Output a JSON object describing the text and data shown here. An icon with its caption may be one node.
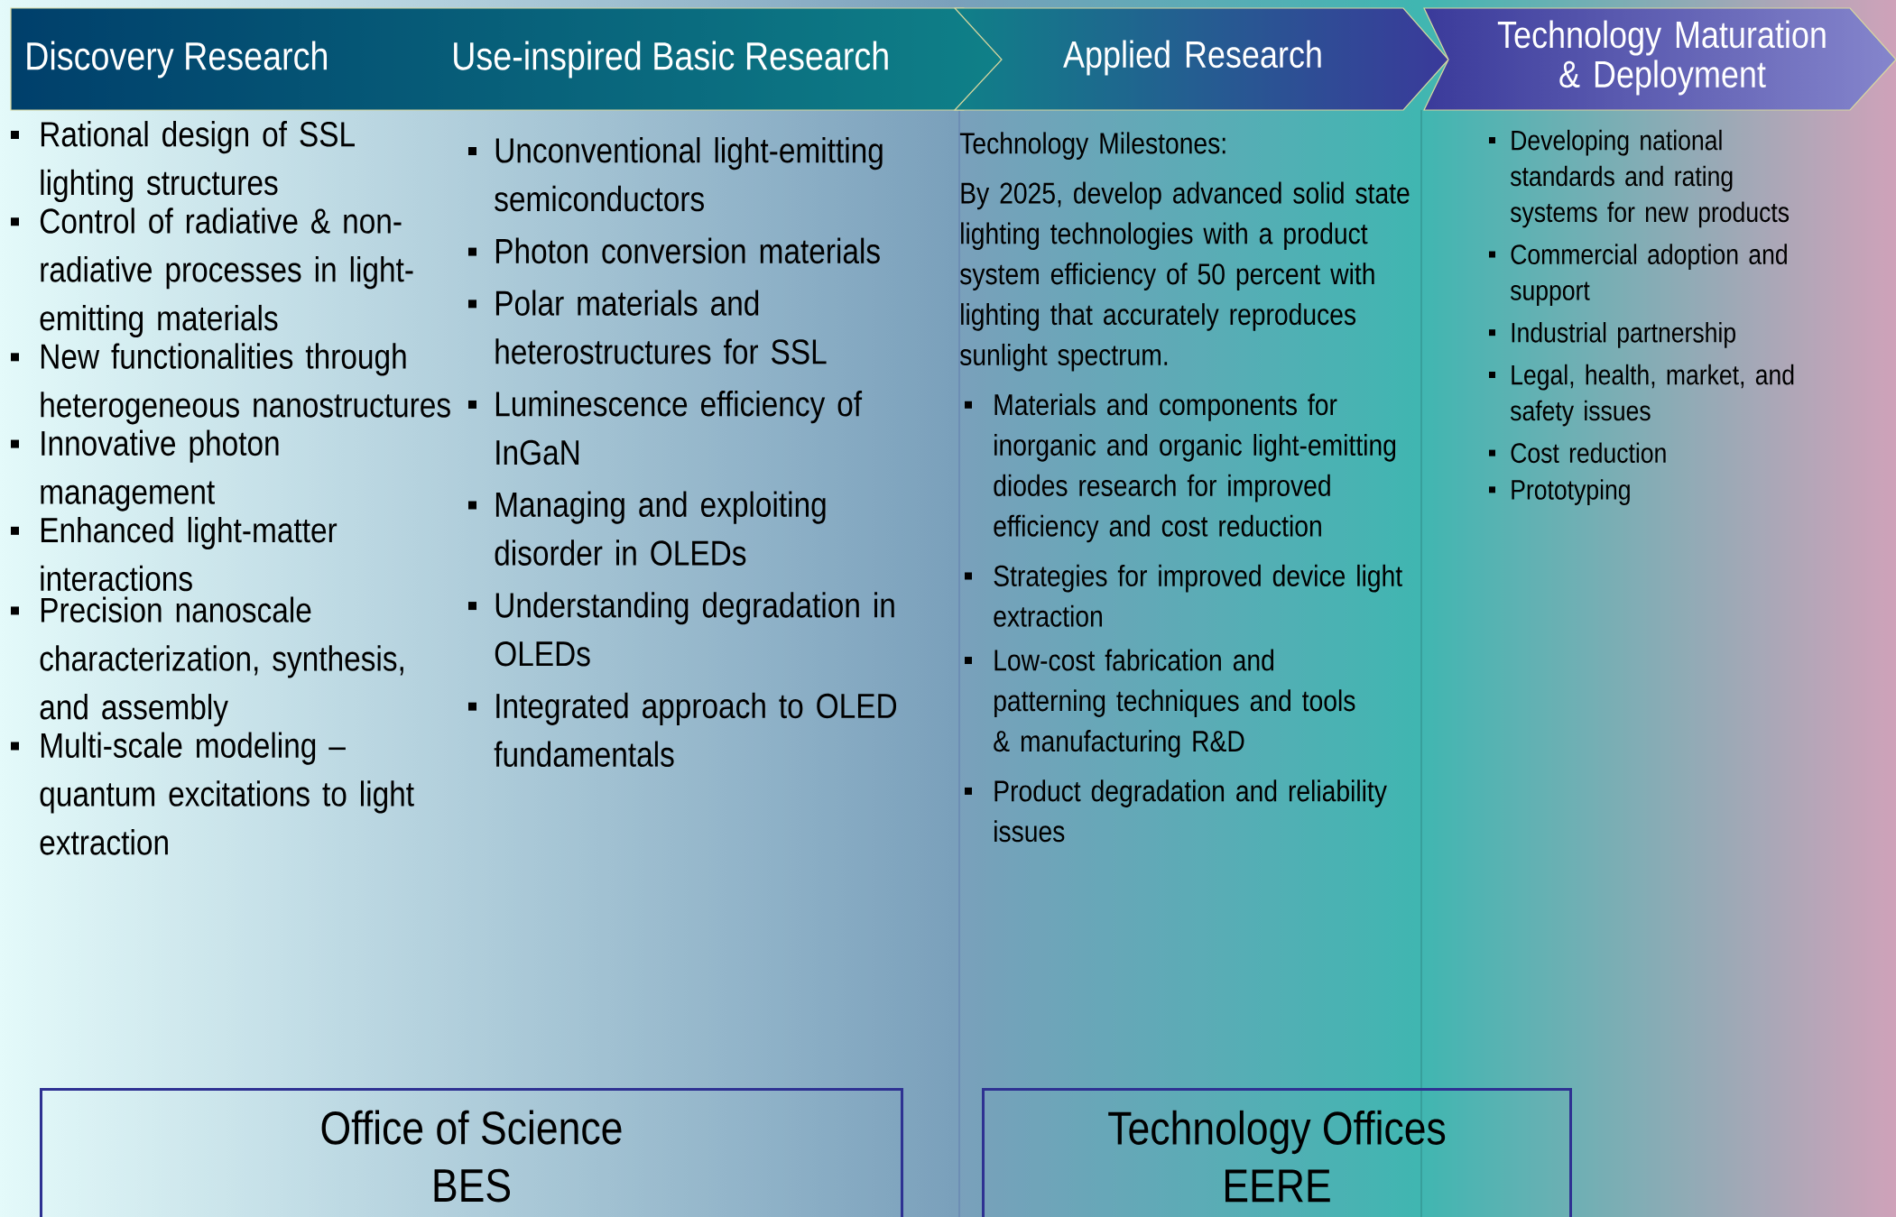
{
  "diagram": {
    "nodes": [
      {
        "text": [
          "Discovery Research",
          "Use-inspired Basic Research"
        ]
      },
      {
        "text": [
          "Applied Research"
        ]
      },
      {
        "text": [
          "Technology Maturation & Deployment"
        ]
      },
      {
        "text": [
          "Office of Science",
          "BES"
        ]
      },
      {
        "text": [
          "Technology Offices",
          "EERE"
        ]
      }
    ],
    "labels": [
      "Rational design of SSL lighting structures",
      "Control of radiative & non-radiative processes in light-emitting materials",
      "New functionalities through heterogeneous nanostructures",
      "Innovative photon management",
      "Enhanced light-matter interactions",
      "Precision nanoscale characterization, synthesis, and assembly",
      "Multi-scale modeling – quantum excitations to light extraction",
      "Unconventional light-emitting semiconductors",
      "Photon conversion materials",
      "Polar materials and heterostructures for SSL",
      "Luminescence efficiency of InGaN",
      "Managing and exploiting disorder in OLEDs",
      "Understanding degradation in OLEDs",
      "Integrated approach to OLED fundamentals",
      "Technology Milestones:",
      "By 2025, develop advanced solid state lighting technologies with a product system efficiency of 50 percent with lighting that accurately reproduces sunlight spectrum.",
      "Materials and components for inorganic and organic light-emitting diodes research for improved efficiency and cost reduction",
      "Strategies for improved device light extraction",
      "Low-cost fabrication and patterning techniques and tools & manufacturing R&D",
      "Product degradation and reliability issues",
      "Developing national standards and rating systems for new products",
      "Commercial adoption and support",
      "Industrial partnership",
      "Legal, health, market, and safety issues",
      "Cost reduction",
      "Prototyping"
    ]
  }
}
